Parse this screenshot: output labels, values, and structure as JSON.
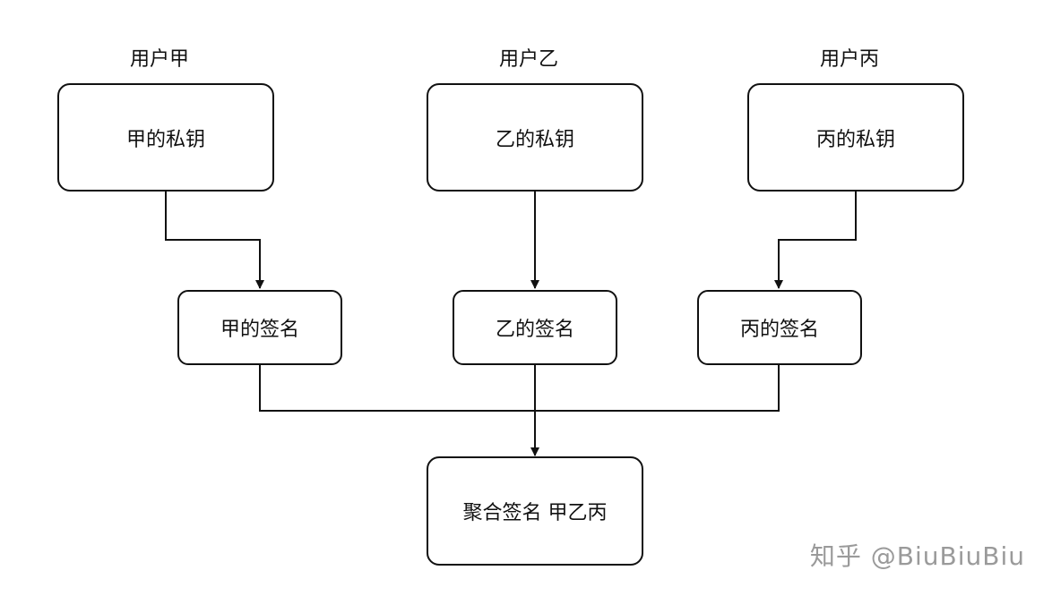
{
  "users": [
    {
      "label": "用户甲",
      "private_key": "甲的私钥",
      "signature": "甲的签名"
    },
    {
      "label": "用户乙",
      "private_key": "乙的私钥",
      "signature": "乙的签名"
    },
    {
      "label": "用户丙",
      "private_key": "丙的私钥",
      "signature": "丙的签名"
    }
  ],
  "aggregate": {
    "label": "聚合签名 甲乙丙"
  },
  "watermark": "知乎 @BiuBiuBiu"
}
